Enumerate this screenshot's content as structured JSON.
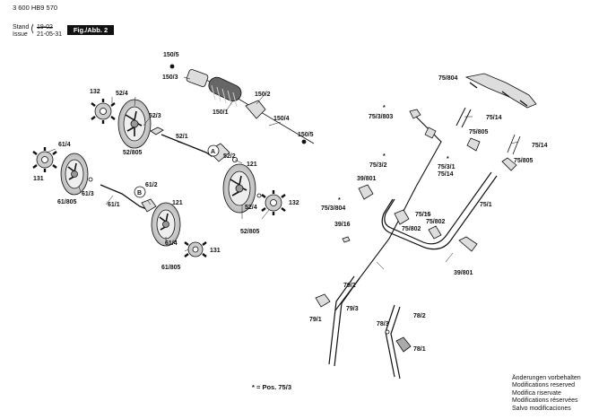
{
  "header": {
    "part_number": "3 600 HB9 570",
    "stand_label": "Stand",
    "issue_label": "Issue",
    "revision_old": "19-02",
    "revision_new": "21-05-31",
    "figure_label": "Fig./Abb. 2"
  },
  "callouts": {
    "c150_5a": "150/5",
    "c150_3": "150/3",
    "c150_2": "150/2",
    "c150_1": "150/1",
    "c150_4": "150/4",
    "c150_5b": "150/5",
    "c132a": "132",
    "c52_4a": "52/4",
    "c52_3": "52/3",
    "c52_805a": "52/805",
    "c52_1": "52/1",
    "c52_2": "52/2",
    "c121a": "121",
    "c132b": "132",
    "c52_4b": "52/4",
    "c52_805b": "52/805",
    "cA": "A",
    "c61_4a": "61/4",
    "c131a": "131",
    "c61_805a": "61/805",
    "c61_3": "61/3",
    "c61_2": "61/2",
    "c61_1": "61/1",
    "cB": "B",
    "c121b": "121",
    "c61_4b": "61/4",
    "c131b": "131",
    "c61_805b": "61/805",
    "c75_3_803": "75/3/803",
    "c75_3_2": "75/3/2",
    "c39_801a": "39/801",
    "c75_3_804": "75/3/804",
    "c39_16": "39/16",
    "c79_2": "79/2",
    "c79_3": "79/3",
    "c79_1": "79/1",
    "c78_3": "78/3",
    "c78_2": "78/2",
    "c78_1": "78/1",
    "c75_804": "75/804",
    "c75_14a": "75/14",
    "c75_805a": "75/805",
    "c75_14b": "75/14",
    "c75_3_1": "75/3/1",
    "c75_14c": "75/14",
    "c75_805b": "75/805",
    "c75_1": "75/1",
    "c75_15": "75/15",
    "c75_802a": "75/802",
    "c75_802b": "75/802",
    "c39_801b": "39/801",
    "star": "*"
  },
  "footnote": "* = Pos. 75/3",
  "notes": [
    "Änderungen vorbehalten",
    "Modifications reserved",
    "Modifica riservate",
    "Modifications réservées",
    "Salvo modificaciones"
  ]
}
